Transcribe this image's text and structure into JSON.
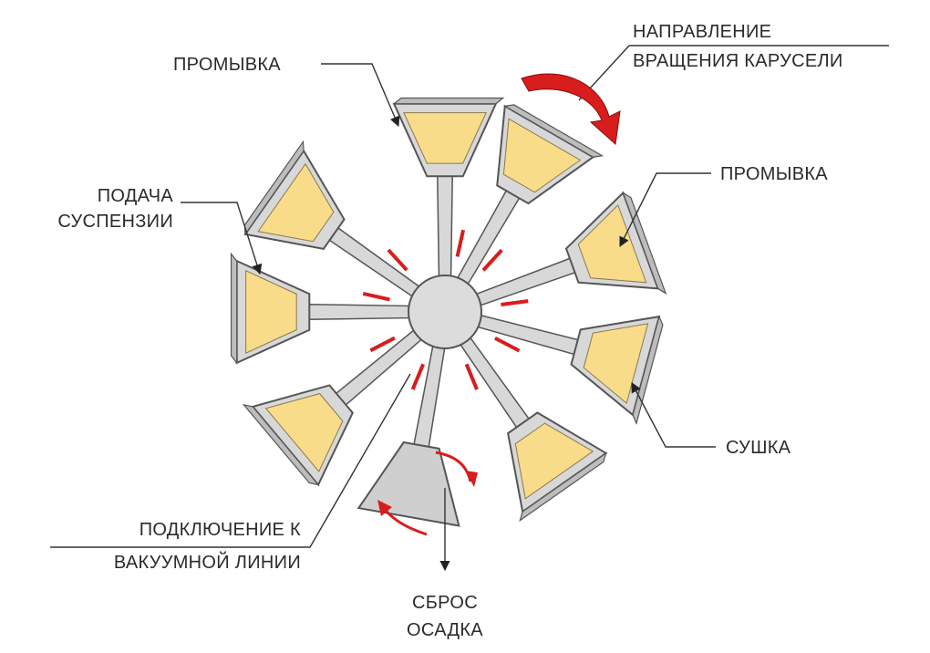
{
  "labels": {
    "wash_top": "ПРОМЫВКА",
    "rotation_line1": "НАПРАВЛЕНИЕ",
    "rotation_line2": "ВРАЩЕНИЯ КАРУСЕЛИ",
    "wash_right": "ПРОМЫВКА",
    "feed_line1": "ПОДАЧА",
    "feed_line2": "СУСПЕНЗИИ",
    "dry": "СУШКА",
    "vacuum_line1": "ПОДКЛЮЧЕНИЕ К",
    "vacuum_line2": "ВАКУУМНОЙ ЛИНИИ",
    "discharge_line1": "СБРОС",
    "discharge_line2": "ОСАДКА"
  },
  "colors": {
    "cake": "#f8dc8a",
    "cell": "#d8d8d8",
    "cell_edge": "#555555",
    "arrow_red": "#d81d1d",
    "leader": "#333333",
    "text": "#2b2b2b"
  },
  "icons": {
    "rotation": "curved-arrow-icon",
    "tilt": "tilt-arrow-icon",
    "discharge": "down-arrow-icon"
  }
}
